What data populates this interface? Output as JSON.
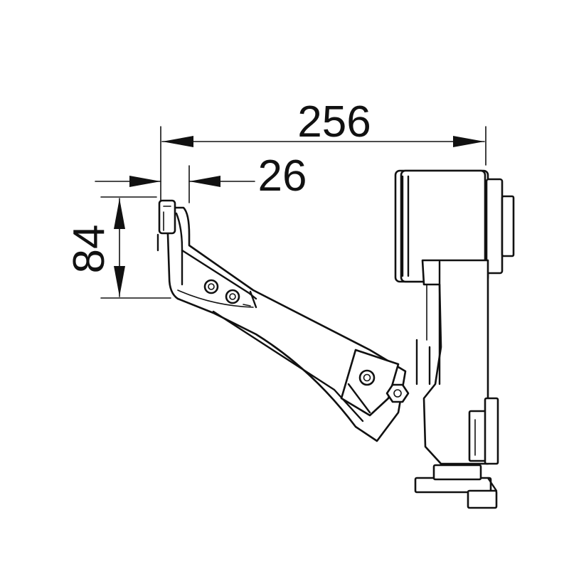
{
  "dimensions": {
    "overall_length": "256",
    "offset": "26",
    "height": "84"
  },
  "colors": {
    "line": "#111111",
    "background": "#ffffff"
  }
}
